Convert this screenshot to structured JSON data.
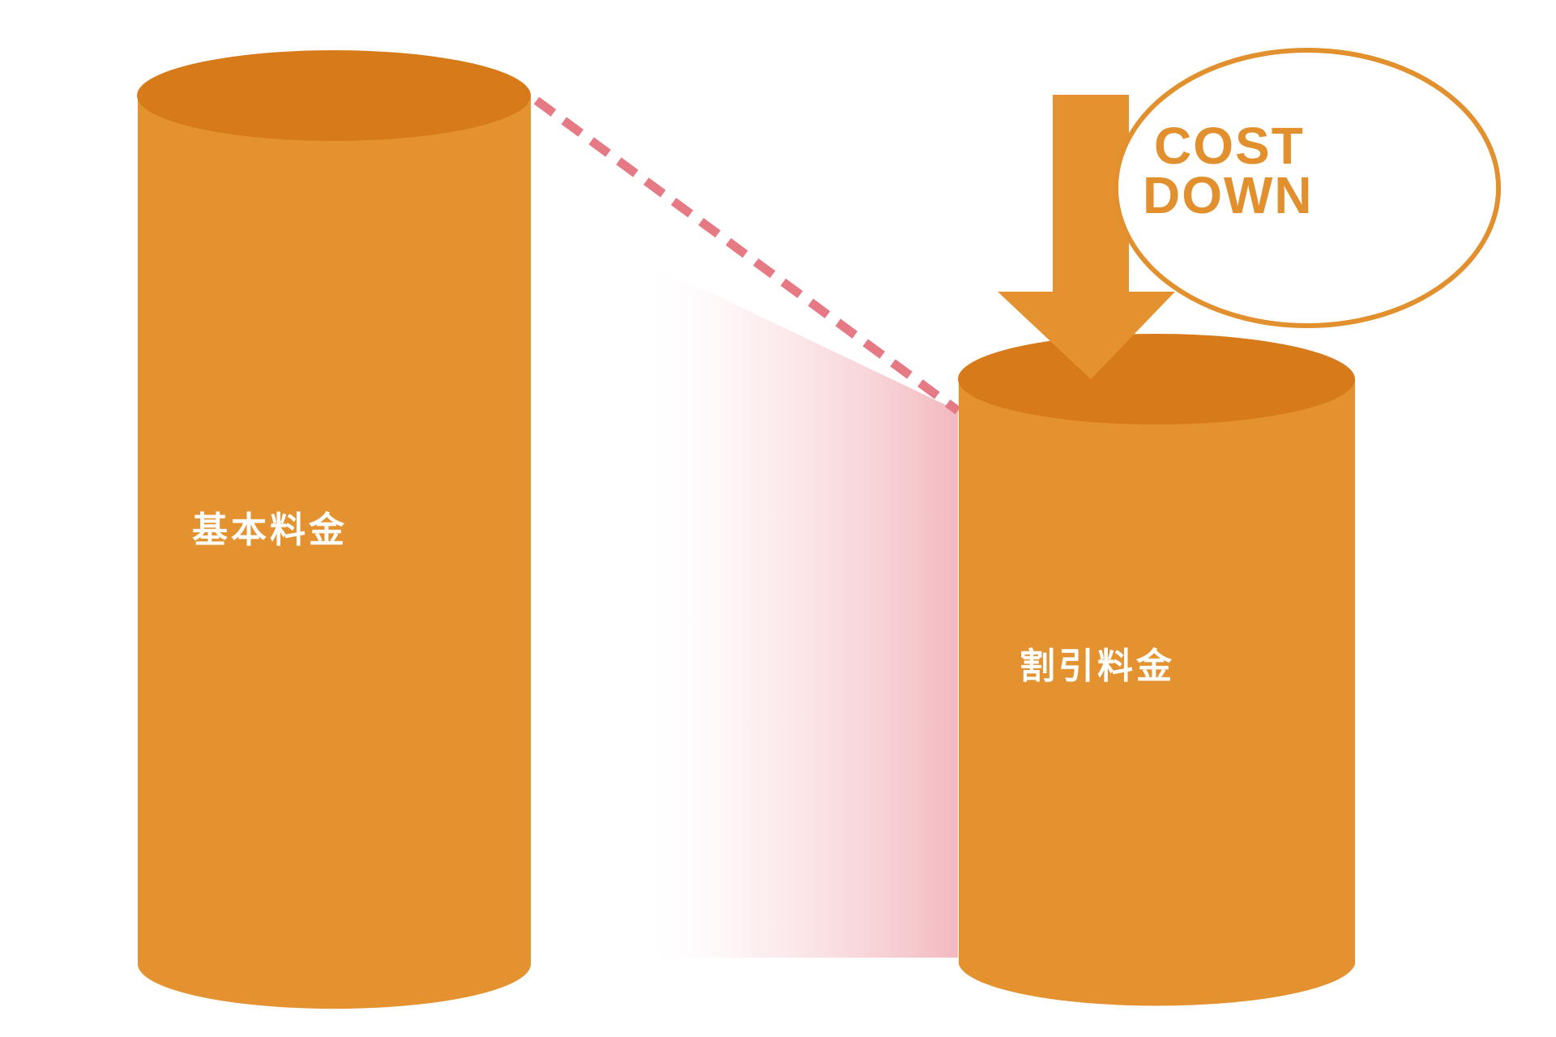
{
  "diagram": {
    "type": "cost-comparison-cylinders",
    "colors": {
      "cylinder_body": "#E4922F",
      "cylinder_top": "#D77B1A",
      "dashed_line": "#E57A85",
      "gradient_pink": "#F2B9BF",
      "badge_outline": "#E2902D",
      "badge_text": "#E2902D",
      "label_text": "#FFFFFF",
      "background": "#FFFFFF"
    },
    "cylinders": [
      {
        "id": "base",
        "label": "基本料金"
      },
      {
        "id": "discount",
        "label": "割引料金"
      }
    ],
    "badge": {
      "line1": "COST",
      "line2": "DOWN"
    },
    "arrow": {
      "direction": "down"
    }
  }
}
